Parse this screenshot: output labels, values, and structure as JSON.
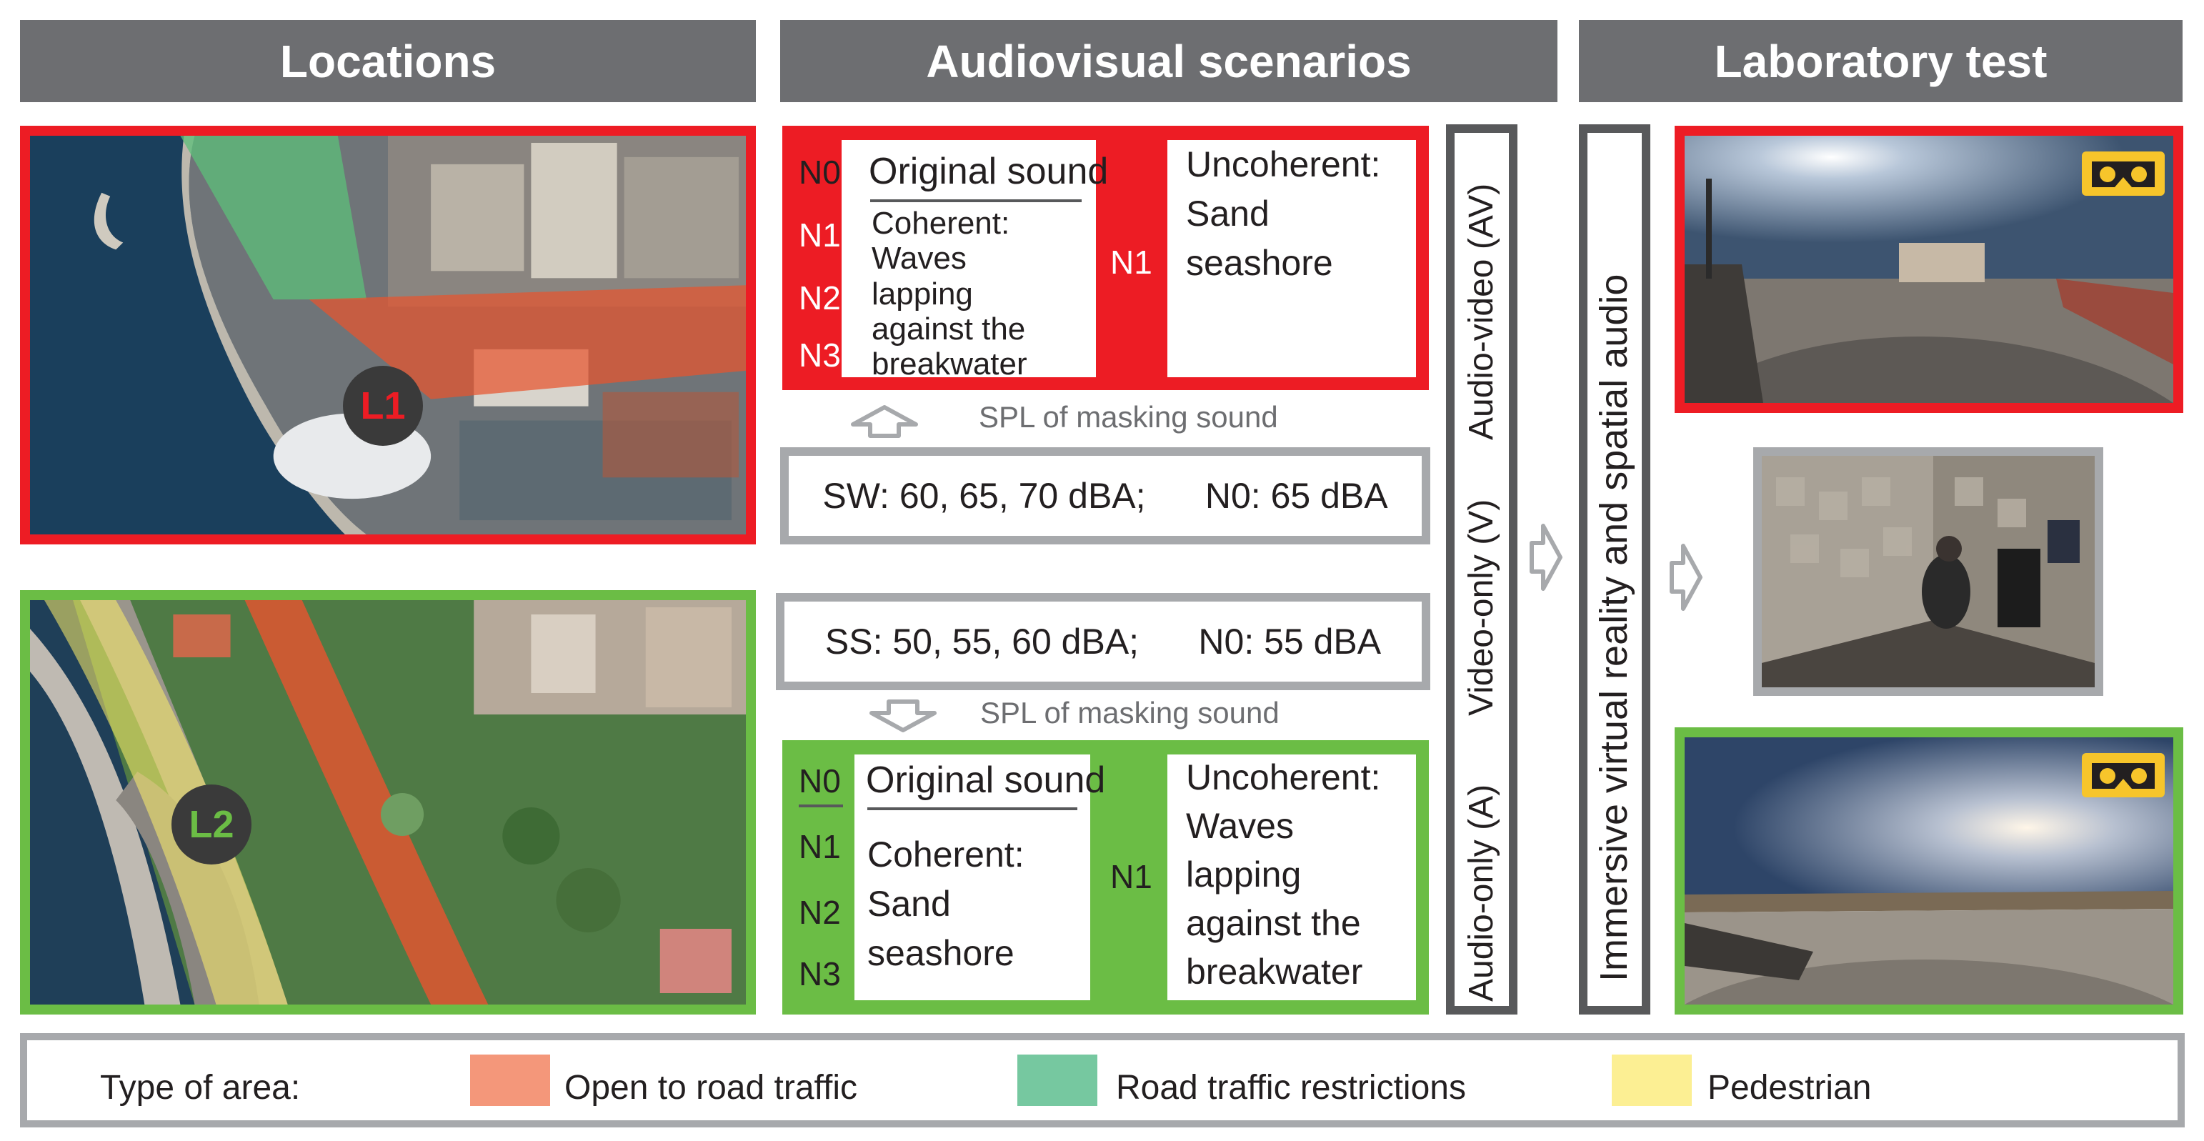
{
  "headers": {
    "locations": "Locations",
    "scenarios": "Audiovisual scenarios",
    "lab": "Laboratory test"
  },
  "locations": {
    "l1": "L1",
    "l2": "L2"
  },
  "scenario_red": {
    "n0": "N0",
    "n1": "N1",
    "n2": "N2",
    "n3": "N3",
    "original": "Original sound",
    "coherent_lines": [
      "Coherent:",
      "Waves",
      "lapping",
      "against the",
      "breakwater"
    ],
    "n1_right": "N1",
    "uncoherent_lines": [
      "Uncoherent:",
      "Sand",
      "seashore"
    ]
  },
  "spl_up": "SPL of masking sound",
  "sw_text": "SW: 60, 65, 70 dBA;      N0: 65 dBA",
  "ss_text": "SS: 50, 55, 60 dBA;      N0: 55 dBA",
  "spl_down": "SPL of masking sound",
  "scenario_green": {
    "n0": "N0",
    "n1": "N1",
    "n2": "N2",
    "n3": "N3",
    "original": "Original sound",
    "coherent_lines": [
      "Coherent:",
      "Sand",
      "seashore"
    ],
    "n1_right": "N1",
    "uncoherent_lines": [
      "Uncoherent:",
      "Waves",
      "lapping",
      "against the",
      "breakwater"
    ]
  },
  "conditions": {
    "av": "Audio-video (AV)",
    "v": "Video-only (V)",
    "a": "Audio-only (A)"
  },
  "immersive": "Immersive virtual reality and spatial audio",
  "legend": {
    "title": "Type of area:",
    "items": [
      {
        "label": "Open to road traffic",
        "color": "#f4977a"
      },
      {
        "label": "Road traffic restrictions",
        "color": "#76c8a0"
      },
      {
        "label": "Pedestrian",
        "color": "#fcef93"
      }
    ]
  },
  "colors": {
    "red": "#ed1c24",
    "green": "#6bbd45",
    "header_grey": "#6d6e71",
    "frame_grey": "#a7a9ac",
    "dark_grey": "#58595b",
    "vr_yellow": "#f7c52b"
  }
}
